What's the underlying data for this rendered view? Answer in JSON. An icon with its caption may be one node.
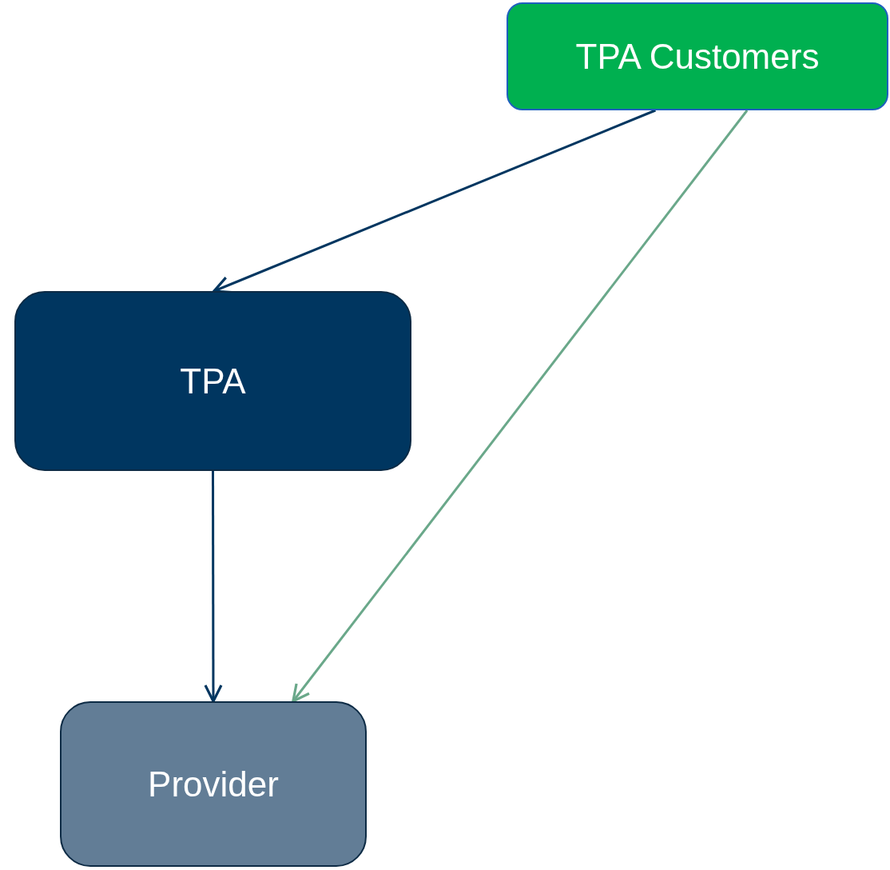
{
  "diagram": {
    "nodes": [
      {
        "text": [
          "TPA Customers"
        ]
      },
      {
        "text": [
          "TPA"
        ]
      },
      {
        "text": [
          "Provider"
        ]
      }
    ],
    "edges": [
      {
        "from": 0,
        "to": 1,
        "arrow": "to"
      },
      {
        "from": 0,
        "to": 2,
        "arrow": "to",
        "color": "#6aa88a"
      },
      {
        "from": 1,
        "to": 2,
        "arrow": "to"
      }
    ]
  }
}
